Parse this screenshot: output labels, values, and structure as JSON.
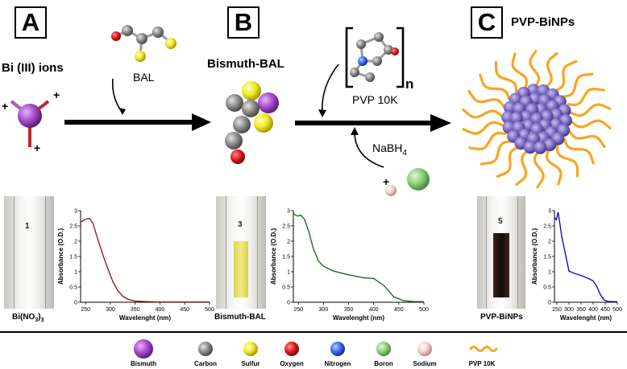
{
  "panels": [
    {
      "label": "A",
      "title": "Bi (III) ions",
      "photo_caption_base": "Bi(NO",
      "photo_caption_sub": "3",
      "photo_caption_end": ")",
      "photo_caption_sub2": "3",
      "vial_number": "1"
    },
    {
      "label": "B",
      "title": "Bismuth-BAL",
      "photo_caption": "Bismuth-BAL",
      "vial_number": "3"
    },
    {
      "label": "C",
      "title": "PVP-BiNPs",
      "photo_caption": "PVP-BiNPs",
      "vial_number": "5"
    }
  ],
  "reagents": {
    "bal": "BAL",
    "pvp": "PVP 10K",
    "polymer_repeat": "n",
    "nabh": "NaBH",
    "nabh_sub": "4"
  },
  "charges": {
    "plus": "+"
  },
  "legend": [
    {
      "label": "Bismuth",
      "color": "#a64dcc"
    },
    {
      "label": "Carbon",
      "color": "#8c8c8c"
    },
    {
      "label": "Sulfur",
      "color": "#f2e829"
    },
    {
      "label": "Oxygen",
      "color": "#e31a1c"
    },
    {
      "label": "Nitrogen",
      "color": "#3b6cf0"
    },
    {
      "label": "Boron",
      "color": "#8ed07a"
    },
    {
      "label": "Sodium",
      "color": "#f6cfcf"
    },
    {
      "label": "PVP 10K",
      "color": "#f6a623"
    }
  ],
  "chart_data": [
    {
      "type": "line",
      "xlabel": "Wavelenght (nm)",
      "ylabel": "Absorbance (O.D.)",
      "xticks": [
        250,
        300,
        350,
        400,
        450,
        500
      ],
      "yticks": [
        0,
        0.5,
        1,
        1.5,
        2,
        2.5,
        3
      ],
      "xlim": [
        240,
        500
      ],
      "ylim": [
        0,
        3
      ],
      "color": "#9b1c1c",
      "x": [
        240,
        250,
        258,
        265,
        275,
        285,
        295,
        305,
        315,
        325,
        335,
        350,
        375,
        400,
        450,
        500
      ],
      "y": [
        2.62,
        2.72,
        2.75,
        2.58,
        2.05,
        1.55,
        1.1,
        0.68,
        0.38,
        0.2,
        0.1,
        0.04,
        0.02,
        0.01,
        0.01,
        0.01
      ]
    },
    {
      "type": "line",
      "xlabel": "Wavelenght (nm)",
      "ylabel": "Absorbance (O.D.)",
      "xticks": [
        250,
        300,
        350,
        400,
        450,
        500
      ],
      "yticks": [
        0,
        0.5,
        1,
        1.5,
        2,
        2.5,
        3
      ],
      "xlim": [
        240,
        500
      ],
      "ylim": [
        0,
        3
      ],
      "color": "#1d6b1d",
      "x": [
        240,
        248,
        255,
        262,
        270,
        280,
        290,
        300,
        320,
        350,
        380,
        400,
        420,
        440,
        460,
        480,
        500
      ],
      "y": [
        2.9,
        2.82,
        2.85,
        2.72,
        2.35,
        1.75,
        1.35,
        1.18,
        1.02,
        0.9,
        0.8,
        0.78,
        0.55,
        0.18,
        0.05,
        0.02,
        0.02
      ]
    },
    {
      "type": "line",
      "xlabel": "Wavelenght (nm)",
      "ylabel": "Absorbance (O.D.)",
      "xticks": [
        250,
        300,
        350,
        400,
        450,
        500
      ],
      "yticks": [
        0,
        0.5,
        1,
        1.5,
        2,
        2.5,
        3
      ],
      "xlim": [
        240,
        500
      ],
      "ylim": [
        0,
        3
      ],
      "color": "#1010c0",
      "x": [
        240,
        248,
        255,
        262,
        270,
        280,
        290,
        300,
        320,
        350,
        380,
        400,
        415,
        430,
        445,
        460,
        480,
        500
      ],
      "y": [
        2.78,
        2.7,
        2.95,
        2.6,
        2.15,
        1.78,
        1.4,
        1.02,
        0.95,
        0.88,
        0.78,
        0.7,
        0.52,
        0.25,
        0.08,
        0.03,
        0.02,
        0.02
      ]
    }
  ]
}
